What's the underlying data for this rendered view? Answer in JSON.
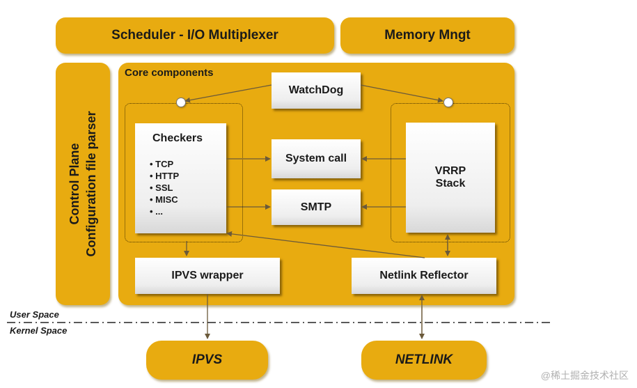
{
  "top": {
    "scheduler_label": "Scheduler - I/O Multiplexer",
    "memory_label": "Memory Mngt"
  },
  "control_plane": {
    "line1": "Control Plane",
    "line2": "Configuration file parser"
  },
  "core": {
    "title": "Core components",
    "watchdog": "WatchDog",
    "checkers": {
      "title": "Checkers",
      "items": [
        "TCP",
        "HTTP",
        "SSL",
        "MISC",
        "..."
      ]
    },
    "system_call": "System call",
    "smtp": "SMTP",
    "vrrp": {
      "line1": "VRRP",
      "line2": "Stack"
    },
    "ipvs_wrapper": "IPVS wrapper",
    "netlink_reflector": "Netlink Reflector"
  },
  "spaces": {
    "user": "User Space",
    "kernel": "Kernel Space"
  },
  "bottom": {
    "ipvs": "IPVS",
    "netlink": "NETLINK"
  },
  "watermark": "@稀土掘金技术社区",
  "colors": {
    "panel": "#e8ab10",
    "box": "#f2f2f2",
    "arrow": "#6b5a3a"
  }
}
